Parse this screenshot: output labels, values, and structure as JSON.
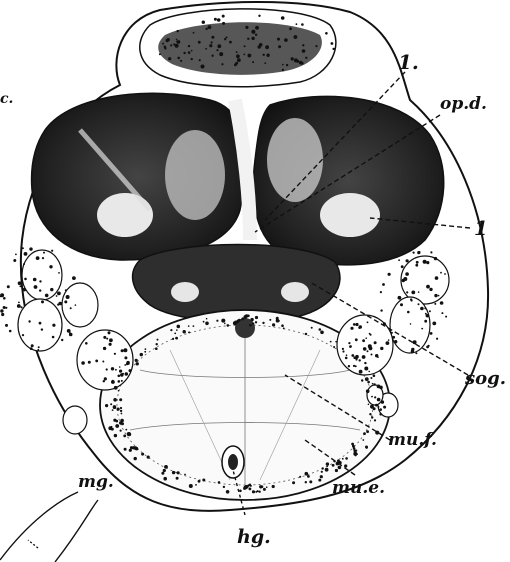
{
  "figure": {
    "ink_color": "#111111",
    "background_color": "#ffffff",
    "labels": {
      "label_1_top": "1.",
      "label_opd": "op.d.",
      "label_1_right": "1",
      "label_sog": "sog.",
      "label_muf": "mu.f.",
      "label_mue": "mu.e.",
      "label_hg": "hg.",
      "label_mg": "mg.",
      "label_edge": "c."
    }
  }
}
